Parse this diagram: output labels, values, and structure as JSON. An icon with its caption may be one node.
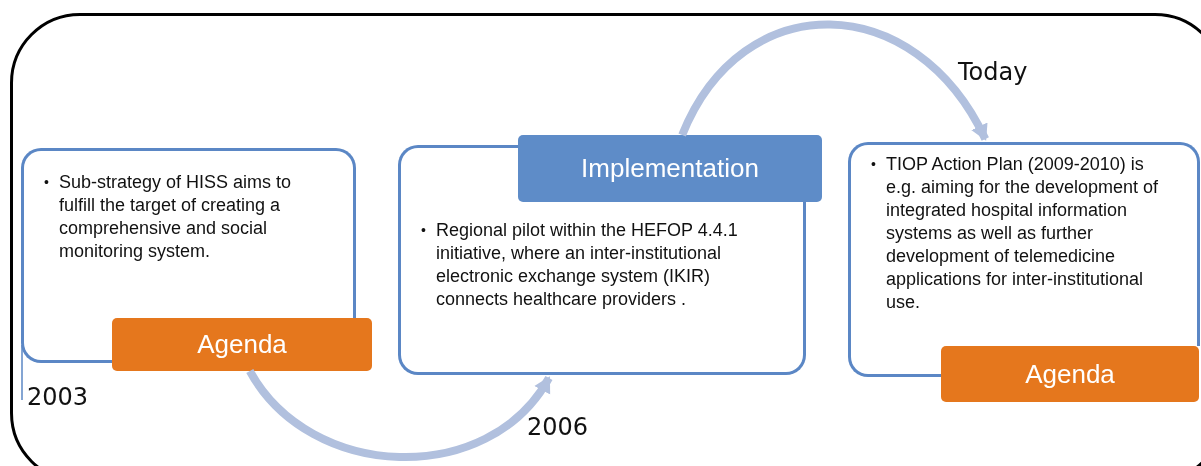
{
  "diagram": {
    "nodes": [
      {
        "text": [
          "•",
          "Sub-strategy of HISS aims to fulfill the target of creating a comprehensive and social monitoring system."
        ]
      },
      {
        "text": [
          "Agenda"
        ]
      },
      {
        "text": [
          "•",
          "Regional pilot within the HEFOP 4.4.1 initiative, where an inter-institutional electronic exchange system (IKIR) connects healthcare providers ."
        ]
      },
      {
        "text": [
          "Implementation"
        ]
      },
      {
        "text": [
          "•",
          "TIOP Action Plan (2009-2010) is e.g. aiming for the development of integrated hospital information systems as well as further development of telemedicine applications for inter-institutional use."
        ]
      },
      {
        "text": [
          "Agenda"
        ]
      }
    ],
    "edges": [
      {
        "from": 1,
        "to": 2,
        "arrow": "to",
        "color": "#b1c0de"
      },
      {
        "from": 3,
        "to": 4,
        "arrow": "to",
        "color": "#b1c0de"
      }
    ],
    "labels": [
      "Today",
      "2003",
      "2006"
    ]
  }
}
